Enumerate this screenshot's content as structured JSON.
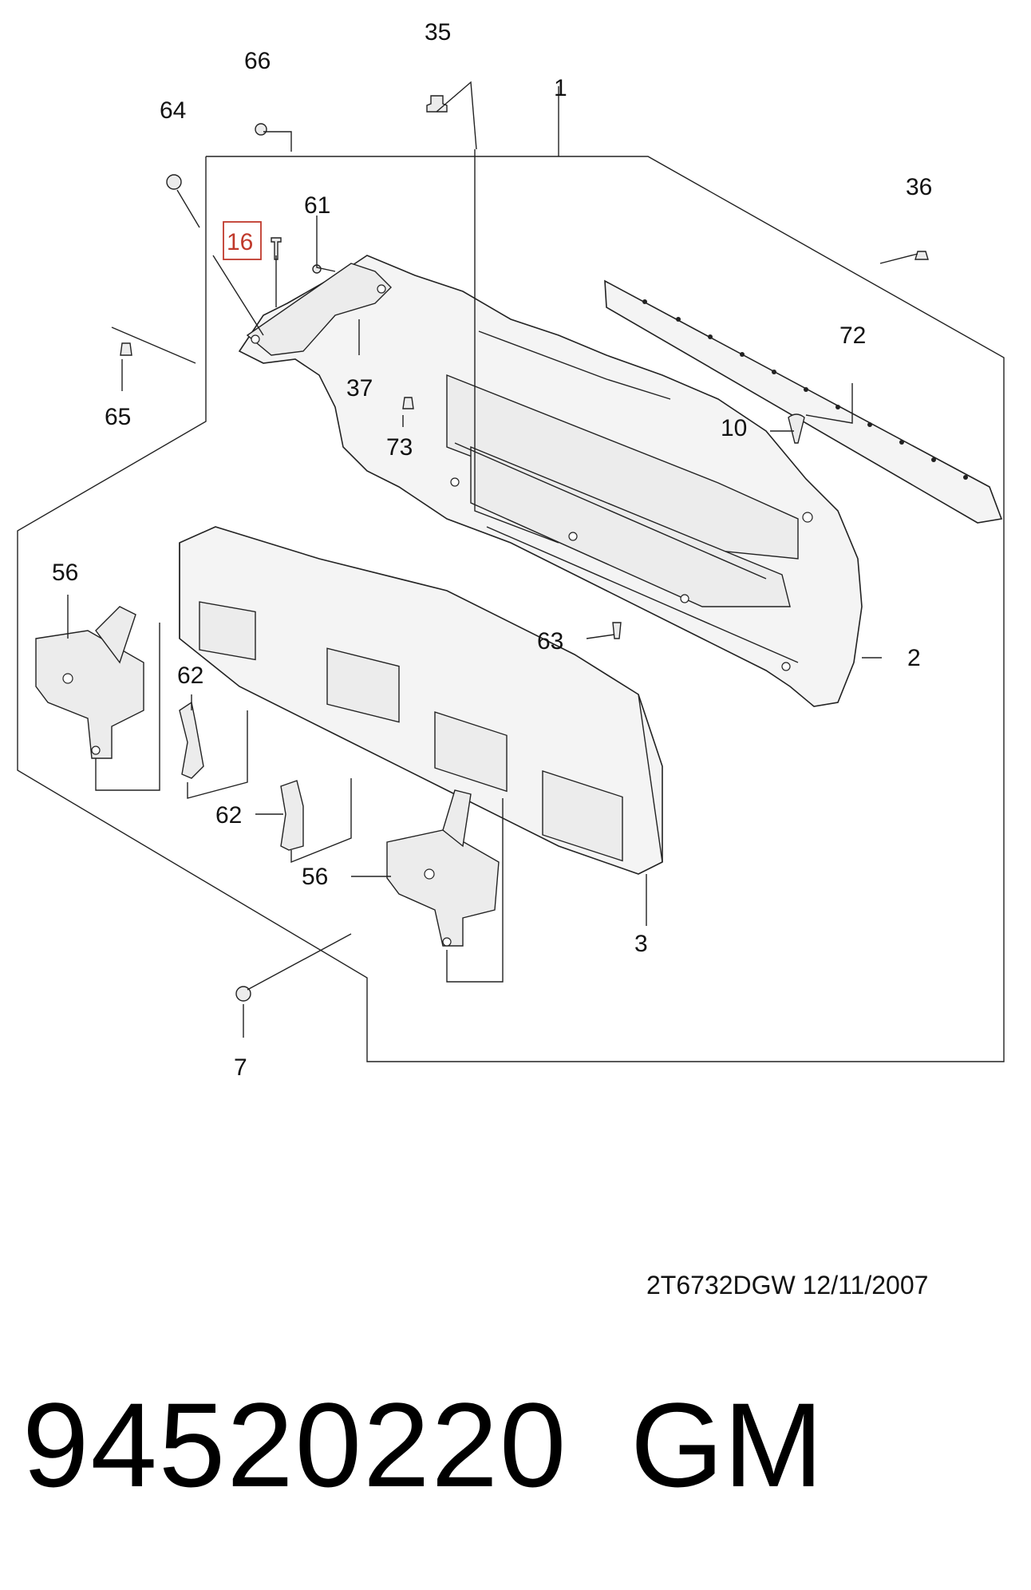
{
  "callouts": {
    "c35": "35",
    "c1": "1",
    "c66": "66",
    "c64": "64",
    "c61": "61",
    "c16": "16",
    "c36": "36",
    "c72": "72",
    "c37": "37",
    "c65": "65",
    "c73": "73",
    "c10": "10",
    "c56a": "56",
    "c62a": "62",
    "c63": "63",
    "c2": "2",
    "c62b": "62",
    "c56b": "56",
    "c3": "3",
    "c7": "7"
  },
  "highlight_color": "#c0392b",
  "footer": {
    "drawing_code": "2T6732DGW 12/11/2007",
    "part_number": "94520220",
    "brand": "GM"
  }
}
